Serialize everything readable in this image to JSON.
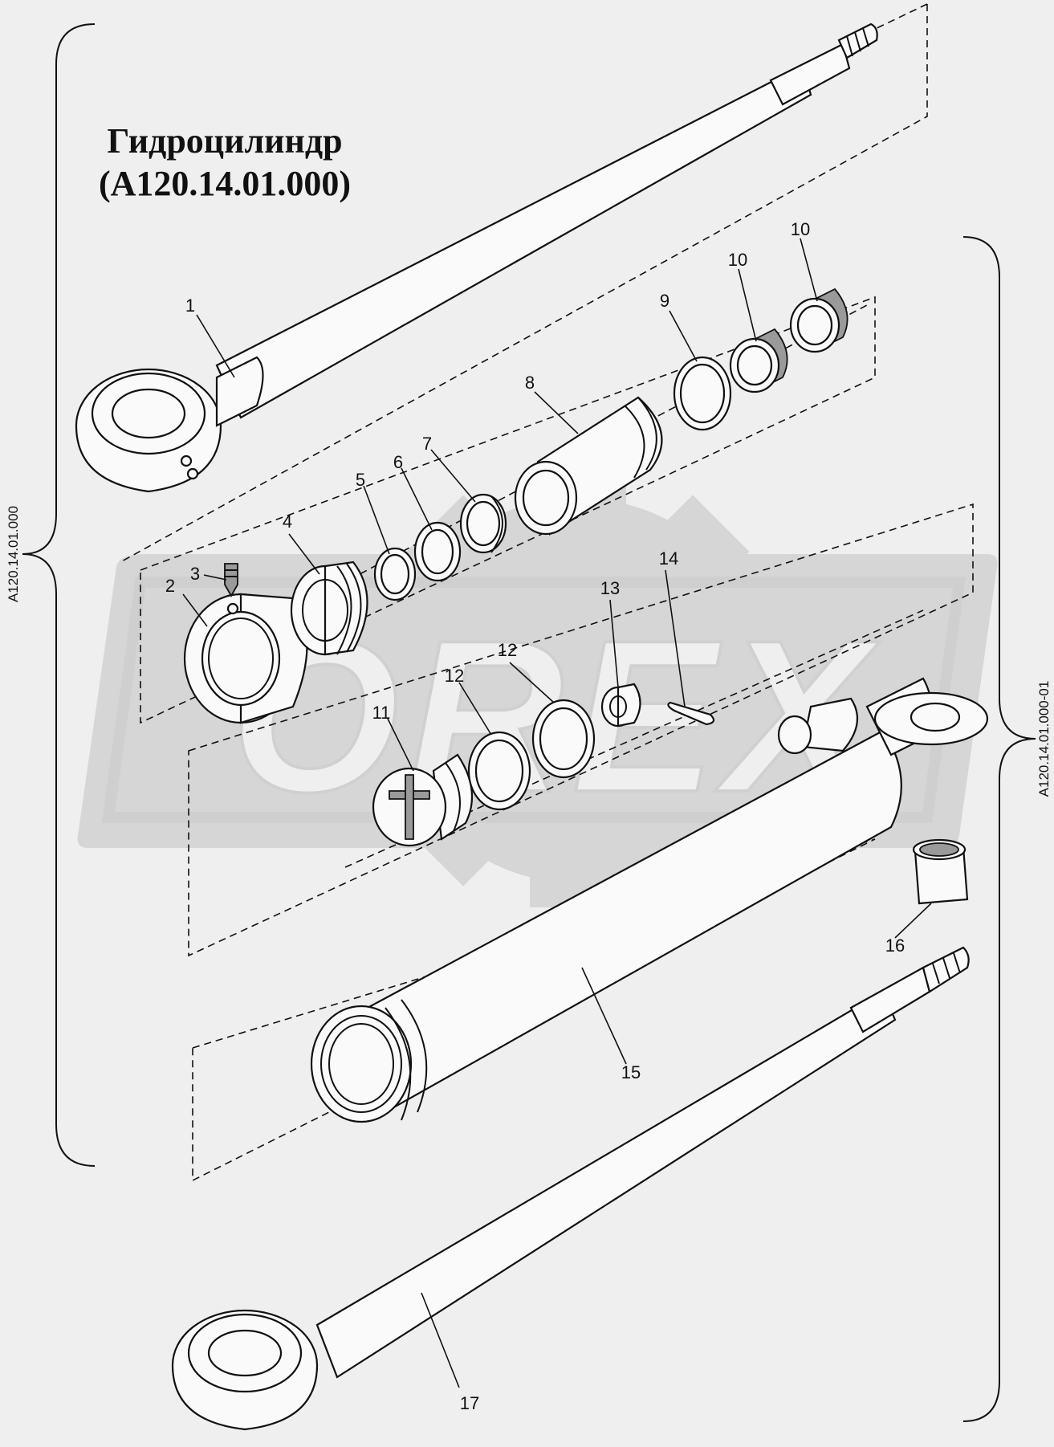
{
  "title": {
    "line1": "Гидроцилиндр",
    "line2": "(A120.14.01.000)"
  },
  "assembly_labels": {
    "left": "A120.14.01.000",
    "right": "A120.14.01.000-01"
  },
  "watermark": {
    "text": "OREX"
  },
  "parts": [
    {
      "id": "1",
      "label": "1"
    },
    {
      "id": "2",
      "label": "2"
    },
    {
      "id": "3",
      "label": "3"
    },
    {
      "id": "4",
      "label": "4"
    },
    {
      "id": "5",
      "label": "5"
    },
    {
      "id": "6",
      "label": "6"
    },
    {
      "id": "7",
      "label": "7"
    },
    {
      "id": "8",
      "label": "8"
    },
    {
      "id": "9",
      "label": "9"
    },
    {
      "id": "10a",
      "label": "10"
    },
    {
      "id": "10b",
      "label": "10"
    },
    {
      "id": "11",
      "label": "11"
    },
    {
      "id": "12a",
      "label": "12"
    },
    {
      "id": "12b",
      "label": "12"
    },
    {
      "id": "13",
      "label": "13"
    },
    {
      "id": "14",
      "label": "14"
    },
    {
      "id": "15",
      "label": "15"
    },
    {
      "id": "16",
      "label": "16"
    },
    {
      "id": "17",
      "label": "17"
    }
  ]
}
